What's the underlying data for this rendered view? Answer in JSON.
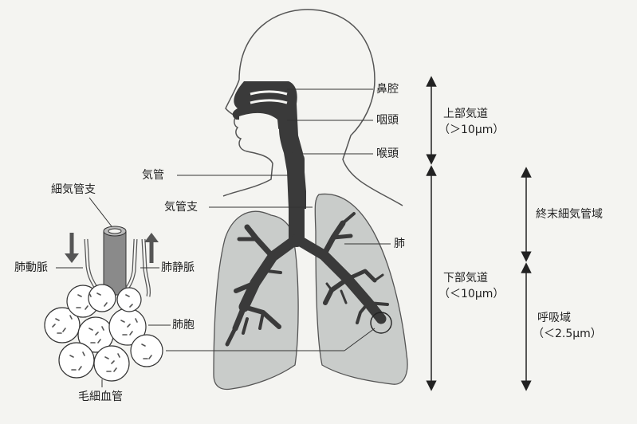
{
  "labels": {
    "nasal_cavity": "鼻腔",
    "pharynx": "咽頭",
    "larynx": "喉頭",
    "trachea": "気管",
    "bronchus": "気管支",
    "lung": "肺",
    "bronchiole": "細気管支",
    "pulmonary_artery": "肺動脈",
    "pulmonary_vein": "肺静脈",
    "alveolus": "肺胞",
    "capillary": "毛細血管"
  },
  "regions": {
    "upper_airway": {
      "title": "上部気道",
      "size": "（＞10μm）"
    },
    "lower_airway": {
      "title": "下部気道",
      "size": "（＜10μm）"
    },
    "terminal_bronchiole_zone": {
      "title": "終末細気管域"
    },
    "respiratory_zone": {
      "title": "呼吸域",
      "size": "（＜2.5μm）"
    }
  },
  "colors": {
    "airway": "#3a3a3a",
    "lung_fill": "#c9ccca",
    "outline": "#555555",
    "background": "#f4f4f1"
  }
}
